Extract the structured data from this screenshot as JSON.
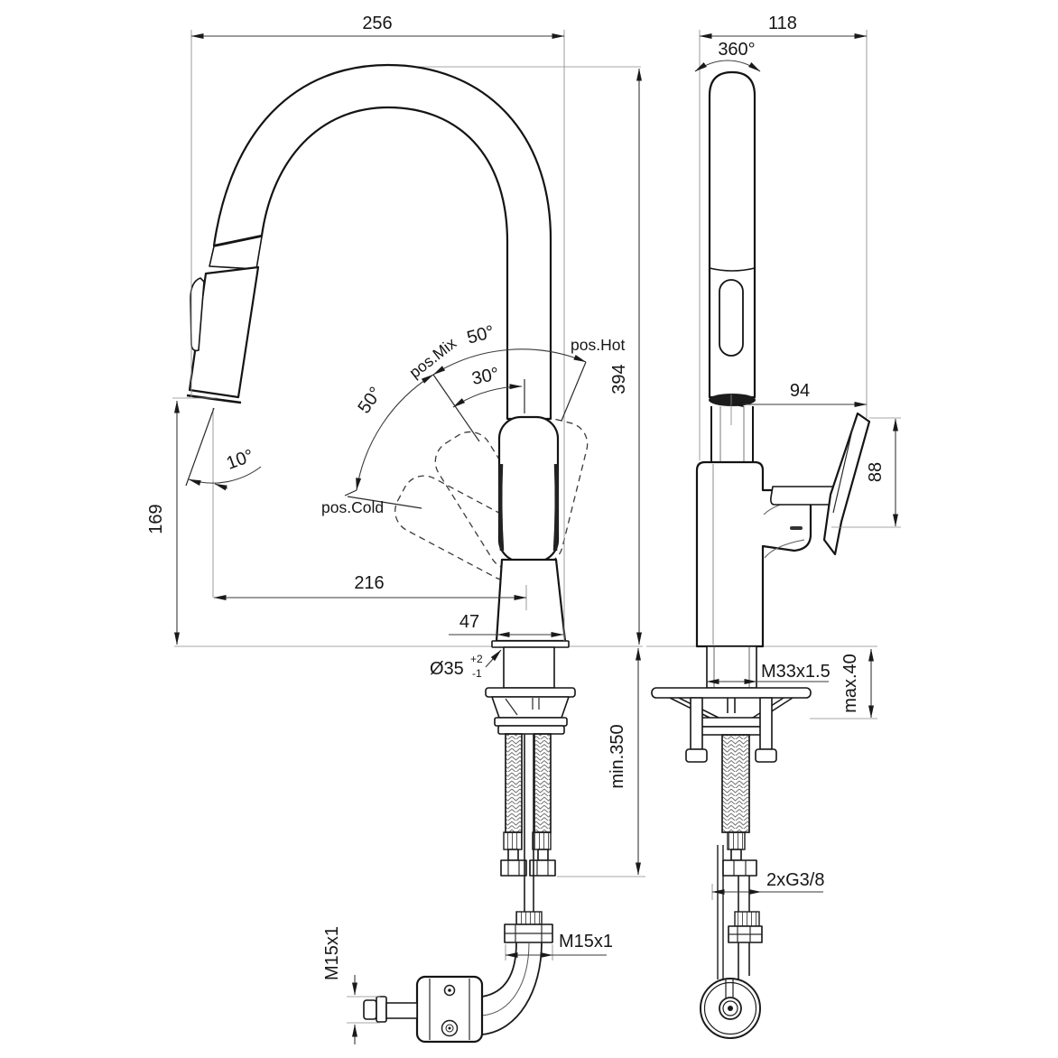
{
  "drawing": {
    "front_view": {
      "dims": {
        "overall_width": "256",
        "overall_height": "394",
        "spout_outlet_height": "169",
        "spout_reach": "216",
        "body_width": "47",
        "tilt_angle": "10°",
        "min_hose_length": "min.350"
      },
      "hole": {
        "diameter": "Ø35",
        "tol_plus": "+2",
        "tol_minus": "-1"
      },
      "handle_positions": {
        "mix": "pos.Mix",
        "hot": "pos.Hot",
        "cold": "pos.Cold",
        "cold_to_mix_angle": "50°",
        "mix_to_hot_angle": "50°",
        "open_angle": "30°"
      },
      "threads": {
        "outlet": "M15x1",
        "hose_nut": "M15x1"
      }
    },
    "side_view": {
      "dims": {
        "overall_depth": "118",
        "swivel_angle": "360°",
        "handle_reach": "94",
        "handle_height": "88",
        "max_deck_thickness": "max.40"
      },
      "threads": {
        "body_mount": "M33x1.5",
        "supply": "2xG3/8"
      }
    }
  }
}
